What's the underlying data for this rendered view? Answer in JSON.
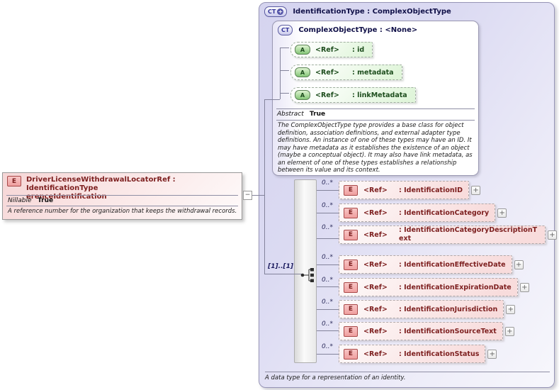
{
  "icons": {
    "expand": "+",
    "collapse": "−",
    "extension_plus": "+"
  },
  "colors": {
    "type_accent": "#34349a",
    "element_accent": "#7d1f1f",
    "attribute_accent": "#1d4d1d",
    "type_box_fill": "#dbdaf2",
    "element_fill": "#f8dcdc",
    "attribute_fill": "#e0f5da"
  },
  "left_element": {
    "badge": "E",
    "title_line1": "DriverLicenseWithdrawalLocatorRef : IdentificationType",
    "title_line2": "erenceIdentification",
    "nillable_label": "Nillable",
    "nillable_value": "True",
    "description": "A reference number for the organization that keeps the withdrawal records."
  },
  "identification_type": {
    "badge": "CT",
    "title": "IdentificationType : ComplexObjectType",
    "cardinality_label": "[1]..[1]",
    "footer_description": "A data type for a representation of an identity.",
    "base_type": {
      "badge": "CT",
      "title": "ComplexObjectType : <None>",
      "abstract_label": "Abstract",
      "abstract_value": "True",
      "description": "The ComplexObjectType type provides a base class for object definition, association definitions, and external adapter type definitions. An instance of one of these types may have an ID. It may have metadata as it establishes the existence of an object (maybe a conceptual object). It may also have link metadata, as an element of one of these types establishes a relationship between its value and its context.",
      "attributes": [
        {
          "badge": "A",
          "ref_label": "<Ref>",
          "name": ": id"
        },
        {
          "badge": "A",
          "ref_label": "<Ref>",
          "name": ": metadata"
        },
        {
          "badge": "A",
          "ref_label": "<Ref>",
          "name": ": linkMetadata"
        }
      ]
    },
    "elements": [
      {
        "occurrence": "0..*",
        "badge": "E",
        "ref_label": "<Ref>",
        "name": ": IdentificationID"
      },
      {
        "occurrence": "0..*",
        "badge": "E",
        "ref_label": "<Ref>",
        "name": ": IdentificationCategory"
      },
      {
        "occurrence": "0..*",
        "badge": "E",
        "ref_label": "<Ref>",
        "name": ": IdentificationCategoryDescriptionText"
      },
      {
        "occurrence": "0..*",
        "badge": "E",
        "ref_label": "<Ref>",
        "name": ": IdentificationEffectiveDate"
      },
      {
        "occurrence": "0..*",
        "badge": "E",
        "ref_label": "<Ref>",
        "name": ": IdentificationExpirationDate"
      },
      {
        "occurrence": "0..*",
        "badge": "E",
        "ref_label": "<Ref>",
        "name": ": IdentificationJurisdiction"
      },
      {
        "occurrence": "0..*",
        "badge": "E",
        "ref_label": "<Ref>",
        "name": ": IdentificationSourceText"
      },
      {
        "occurrence": "0..*",
        "badge": "E",
        "ref_label": "<Ref>",
        "name": ": IdentificationStatus"
      }
    ]
  }
}
